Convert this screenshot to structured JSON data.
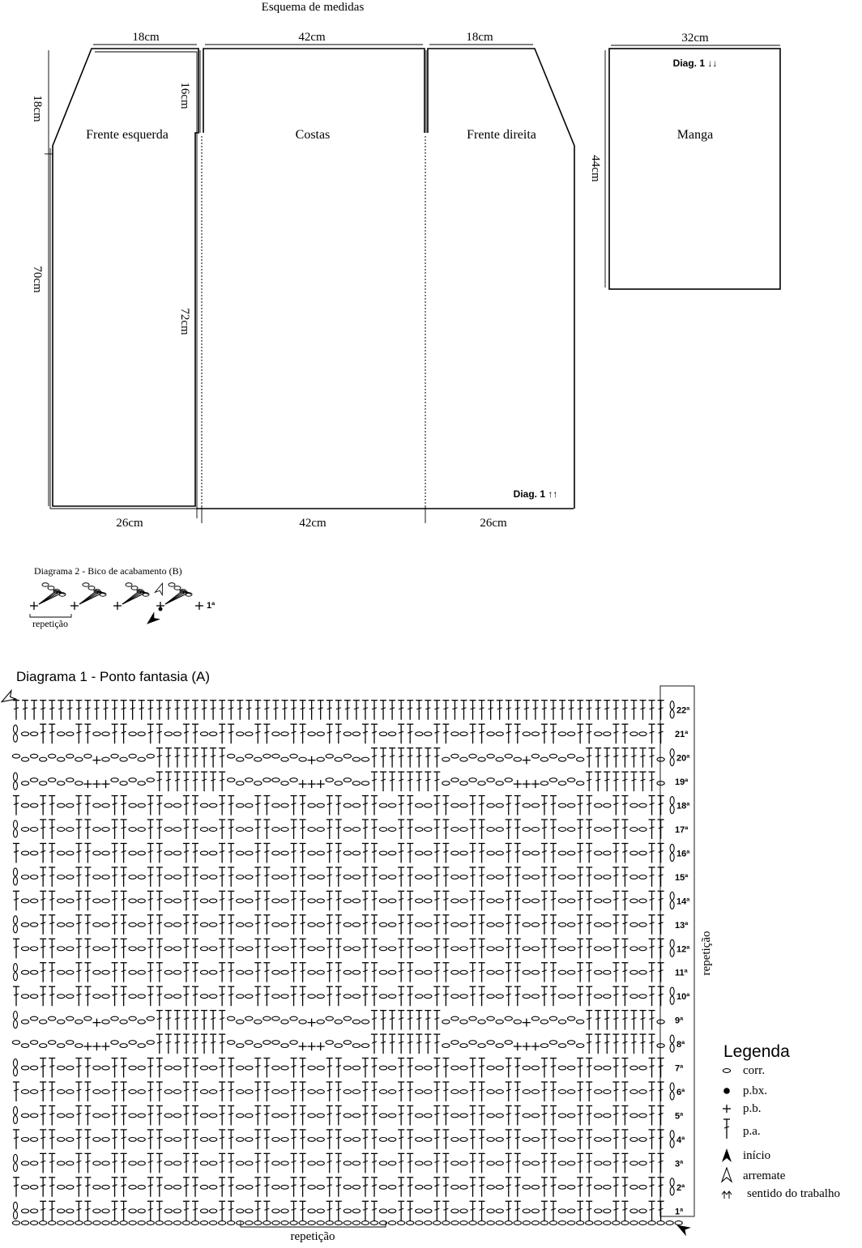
{
  "schema": {
    "title": "Esquema de medidas",
    "top_widths": [
      "18cm",
      "42cm",
      "18cm",
      "32cm"
    ],
    "bottom_widths": [
      "26cm",
      "42cm",
      "26cm"
    ],
    "left_front_shoulder": "18cm",
    "left_front_height": "70cm",
    "neck_depth": "16cm",
    "back_height": "72cm",
    "sleeve_height": "44cm",
    "pieces": {
      "left_front": "Frente esquerda",
      "back": "Costas",
      "right_front": "Frente direita",
      "sleeve": "Manga"
    },
    "sleeve_diag_label": "Diag. 1 ↓↓",
    "front_diag_label": "Diag. 1 ↑↑"
  },
  "diagram2": {
    "title": "Diagrama 2 - Bico de acabamento (B)",
    "repeat_label": "repetição",
    "row_label": "1ª"
  },
  "diagram1": {
    "title": "Diagrama 1 - Ponto fantasia (A)",
    "repeat_side_label": "repetição",
    "repeat_bottom_label": "repetição",
    "row_labels": [
      "1ª",
      "2ª",
      "3ª",
      "4ª",
      "5ª",
      "6ª",
      "7ª",
      "8ª",
      "9ª",
      "10ª",
      "11ª",
      "12ª",
      "13ª",
      "14ª",
      "15ª",
      "16ª",
      "17ª",
      "18ª",
      "19ª",
      "20ª",
      "21ª",
      "22ª"
    ]
  },
  "legend": {
    "title": "Legenda",
    "items": [
      {
        "icon": "chain-symbol",
        "label": "corr."
      },
      {
        "icon": "slip-stitch-symbol",
        "label": "p.bx."
      },
      {
        "icon": "single-crochet-symbol",
        "label": "p.b."
      },
      {
        "icon": "double-crochet-symbol",
        "label": "p.a."
      },
      {
        "icon": "start-arrow",
        "label": "início"
      },
      {
        "icon": "finish-arrow",
        "label": "arremate"
      },
      {
        "icon": "work-direction-arrows",
        "label": "sentido do trabalho"
      }
    ]
  }
}
